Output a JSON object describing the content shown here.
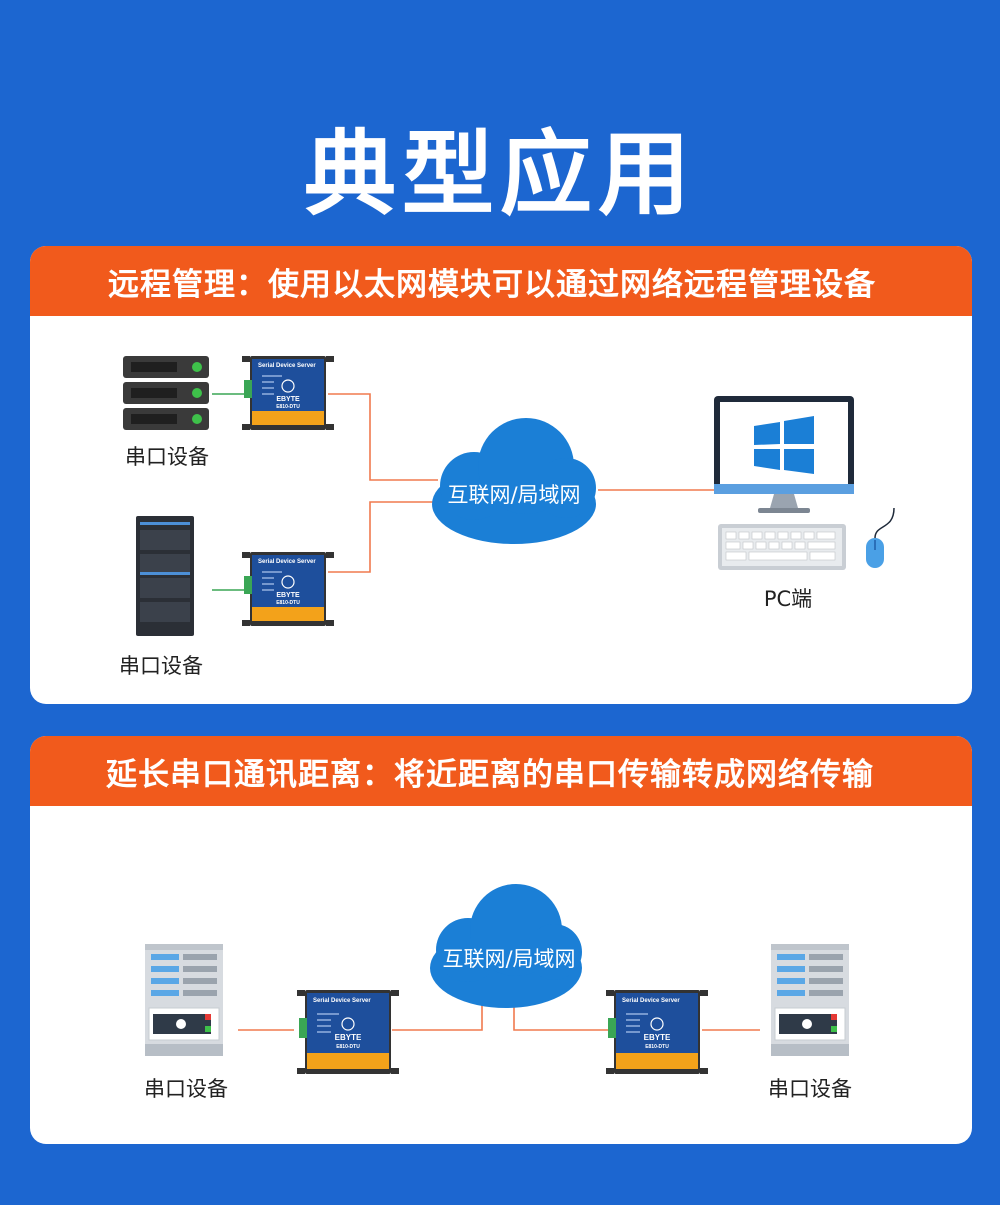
{
  "page_title": "典型应用",
  "section1": {
    "header": "远程管理：使用以太网模块可以通过网络远程管理设备",
    "device_label_top": "串口设备",
    "device_label_bottom": "串口设备",
    "cloud_label": "互联网/局域网",
    "pc_label": "PC端"
  },
  "section2": {
    "header": "延长串口通讯距离：将近距离的串口传输转成网络传输",
    "cloud_label": "互联网/局域网",
    "device_label_left": "串口设备",
    "device_label_right": "串口设备"
  },
  "device_module": {
    "name": "Serial Device Server",
    "brand": "EBYTE",
    "model": "E810-DTU"
  },
  "colors": {
    "background": "#1c66d0",
    "header_orange": "#f15a1c",
    "cloud_blue": "#1b7fd6",
    "link_line": "#f07a4e",
    "module_blue": "#1e4f9c",
    "module_orange": "#f3a21a"
  }
}
